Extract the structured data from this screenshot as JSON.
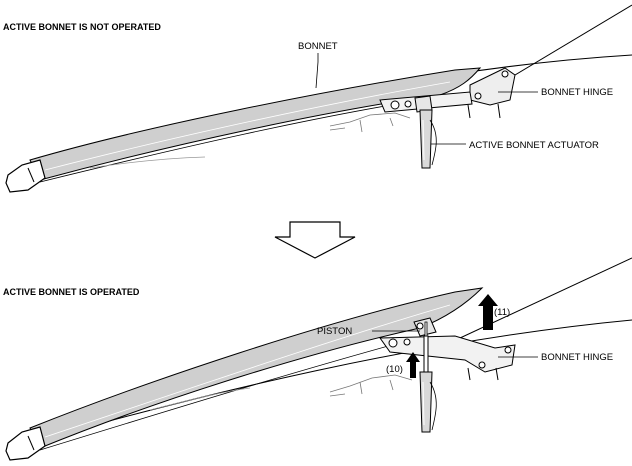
{
  "sections": [
    {
      "heading": "ACTIVE BONNET IS NOT OPERATED",
      "labels": {
        "bonnet": "BONNET",
        "bonnet_hinge": "BONNET HINGE",
        "actuator": "ACTIVE BONNET ACTUATOR"
      }
    },
    {
      "heading": "ACTIVE BONNET IS OPERATED",
      "labels": {
        "piston": "PISTON",
        "bonnet_hinge": "BONNET HINGE",
        "arrow_10": "(10)",
        "arrow_11": "(11)"
      }
    }
  ]
}
